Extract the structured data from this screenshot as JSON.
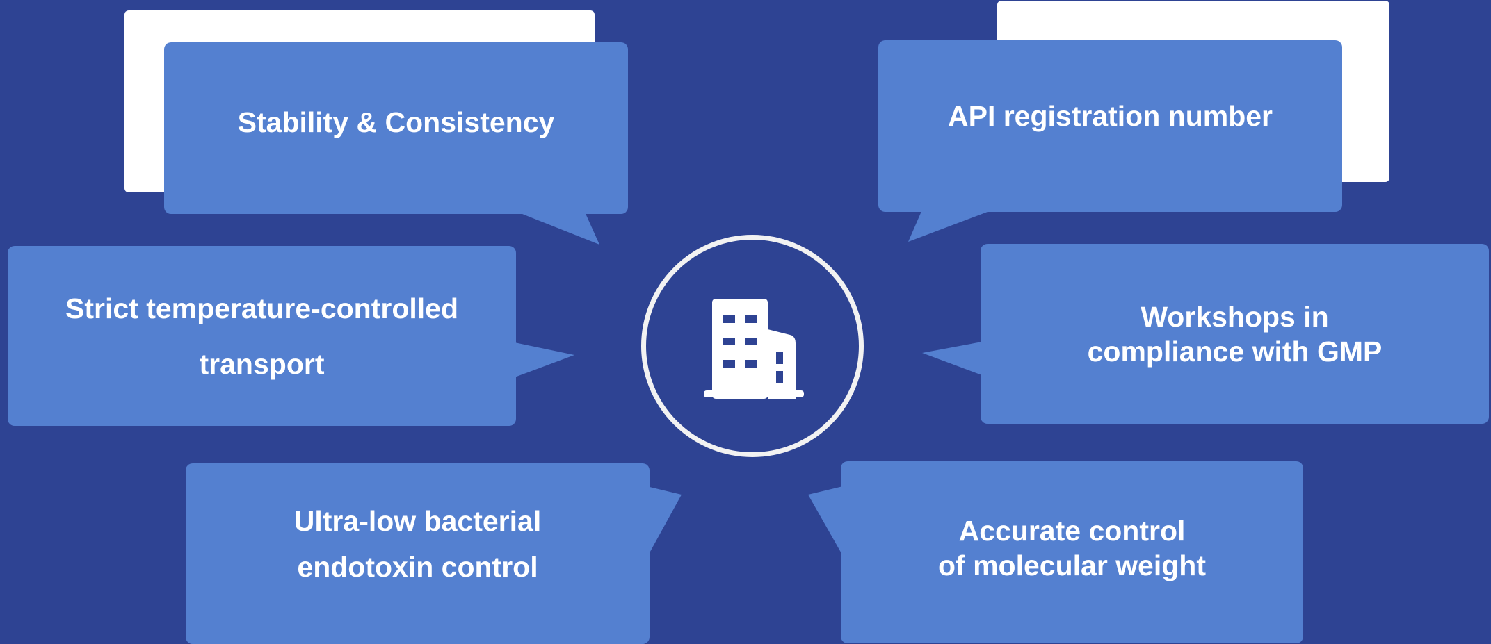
{
  "colors": {
    "background": "#2e4393",
    "bubble": "#5480d0",
    "card": "#ffffff",
    "text": "#ffffff",
    "ring": "#f2f2f2"
  },
  "center": {
    "icon": "building-icon"
  },
  "bubbles": {
    "stability": {
      "label": "Stability & Consistency"
    },
    "api": {
      "label": "API registration number"
    },
    "transport": {
      "line1": "Strict temperature-controlled",
      "line2": "transport"
    },
    "gmp": {
      "line1": "Workshops in",
      "line2": "compliance with GMP"
    },
    "endotoxin": {
      "line1": "Ultra-low bacterial",
      "line2": "endotoxin control"
    },
    "molecular": {
      "line1": "Accurate control",
      "line2": "of molecular weight"
    }
  }
}
